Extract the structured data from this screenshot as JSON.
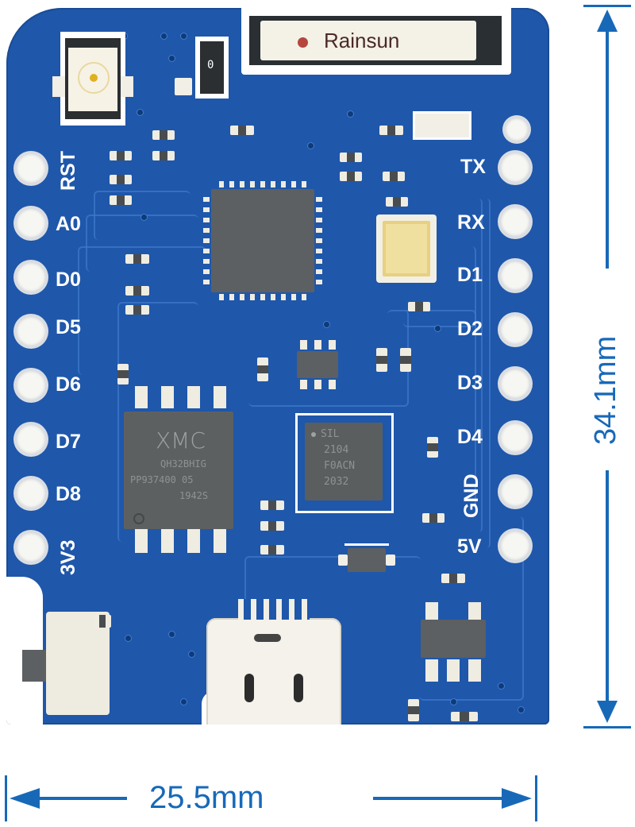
{
  "image": {
    "subject": "ESP32-style mini development board (Wemos D1 mini form factor), top view",
    "board_color": "#1f57aa",
    "silkscreen_color": "#ffffff",
    "dimension_color": "#1769b8"
  },
  "antenna": {
    "label": "Rainsun",
    "dot_color": "#b5473f"
  },
  "left_pins": [
    {
      "label": "RST"
    },
    {
      "label": "A0"
    },
    {
      "label": "D0"
    },
    {
      "label": "D5"
    },
    {
      "label": "D6"
    },
    {
      "label": "D7"
    },
    {
      "label": "D8"
    },
    {
      "label": "3V3"
    }
  ],
  "right_pins": [
    {
      "label": ""
    },
    {
      "label": "TX"
    },
    {
      "label": "RX"
    },
    {
      "label": "D1"
    },
    {
      "label": "D2"
    },
    {
      "label": "D3"
    },
    {
      "label": "D4"
    },
    {
      "label": "GND"
    },
    {
      "label": "5V"
    }
  ],
  "chips": {
    "flash": {
      "line1": "XMC",
      "line2": "QH32BHIG",
      "line3": "PP937400 05",
      "line4": "1942S"
    },
    "usb_uart": {
      "line1": "SIL",
      "line2": "2104",
      "line3": "F0ACN",
      "line4": "2032"
    }
  },
  "resistor_marking": "0",
  "dimensions": {
    "width": "25.5mm",
    "height": "34.1mm"
  }
}
